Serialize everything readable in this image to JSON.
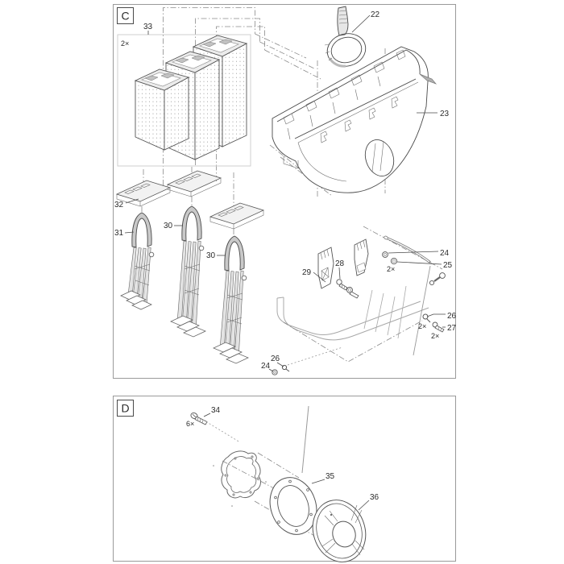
{
  "colors": {
    "line": "#4a4a4a",
    "panel_border": "#9a9a9a",
    "dashdot_line": "#8a8a8a",
    "gray_part_fill": "#c9c9c9",
    "inner_box_border": "#cfcfcf"
  },
  "panels": [
    {
      "letter": "C",
      "callouts": {
        "n22": "22",
        "n23": "23",
        "n24_top": "24",
        "n25": "25",
        "q24_25": "2×",
        "n26_right": "26",
        "n27": "27",
        "q26": "2×",
        "q27": "2×",
        "n26_bottom": "26",
        "n24_bottom": "24",
        "n28": "28",
        "n29": "29",
        "n30_mid": "30",
        "n30_right": "30",
        "n31": "31",
        "n32": "32",
        "n33": "33",
        "q33": "2×"
      }
    },
    {
      "letter": "D",
      "callouts": {
        "n34": "34",
        "q34": "6×",
        "n35": "35",
        "n36": "36"
      }
    }
  ]
}
